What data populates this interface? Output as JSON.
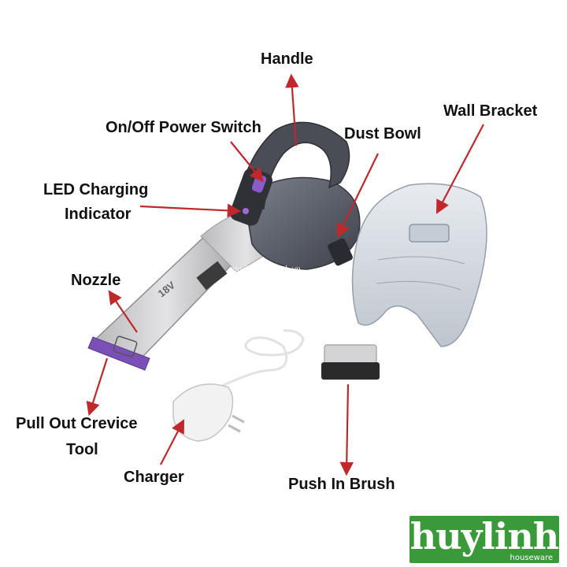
{
  "labels": {
    "handle": "Handle",
    "power_switch": "On/Off Power Switch",
    "led_line1": "LED Charging",
    "led_line2": "Indicator",
    "dust_bowl": "Dust Bowl",
    "wall_bracket": "Wall Bracket",
    "nozzle": "Nozzle",
    "crevice_line1": "Pull Out Crevice",
    "crevice_line2": "Tool",
    "charger": "Charger",
    "push_brush": "Push In Brush"
  },
  "watermark": {
    "site": "giadunghuylinh.vn",
    "phone": "0934.633.847 (zalo)"
  },
  "product_text": {
    "voltage": "18V"
  },
  "brand": {
    "name": "huylinh",
    "tagline": "houseware",
    "color": "#3a9a3a"
  },
  "colors": {
    "arrow": "#c0282c",
    "body_gray": "#5a5d66",
    "silver": "#c9c9cb",
    "accent_purple": "#8a5cc8"
  }
}
